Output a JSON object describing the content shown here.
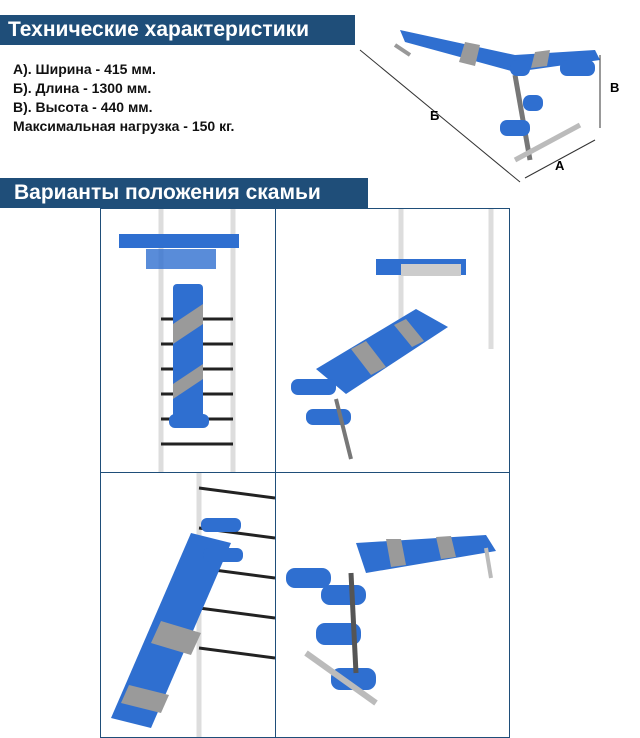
{
  "specs_title": "Технические характеристики",
  "specs": [
    "А).  Ширина - 415 мм.",
    "Б).  Длина - 1300 мм.",
    "В).  Высота - 440 мм.",
    "Максимальная нагрузка - 150 кг."
  ],
  "diagram_labels": {
    "a": "А",
    "b": "Б",
    "v": "В"
  },
  "positions_title": "Варианты положения скамьи",
  "colors": {
    "header": "#1f4e79",
    "bench": "#2f6fd0",
    "stripe": "#9a9a9a"
  }
}
